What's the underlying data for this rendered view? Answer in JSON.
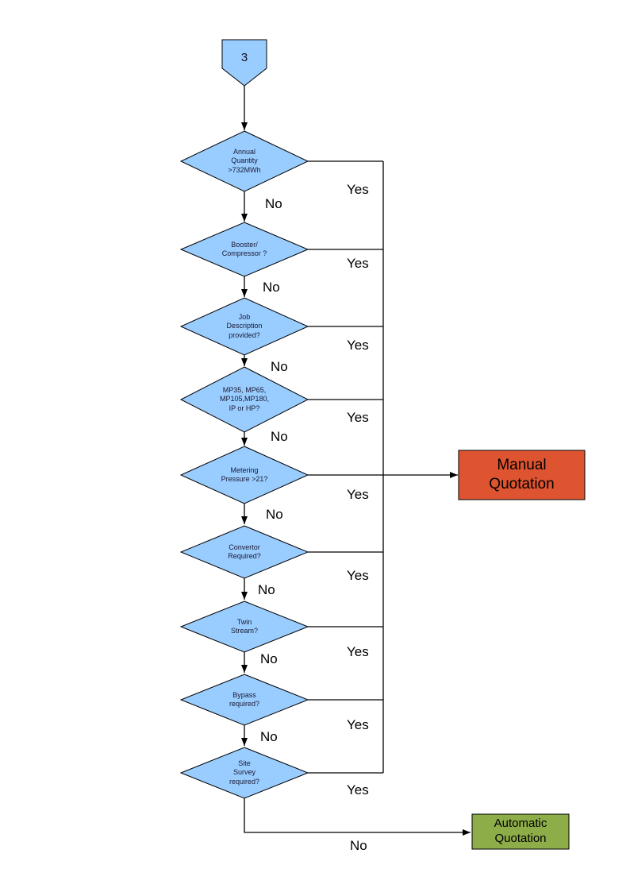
{
  "flowchart": {
    "node_fill": "#99ccff",
    "stroke_color": "#000000",
    "offpage_connector": {
      "label": "3"
    },
    "decisions": [
      {
        "id": "annual-quantity",
        "label": "Annual Quantity >732MWh",
        "yes_label": "Yes",
        "no_label": "No"
      },
      {
        "id": "booster-compressor",
        "label": "Booster/ Compressor ?",
        "yes_label": "Yes",
        "no_label": "No"
      },
      {
        "id": "job-description",
        "label": "Job Description provided?",
        "yes_label": "Yes",
        "no_label": "No"
      },
      {
        "id": "meter-type",
        "label": "MP35, MP65, MP105,MP180, IP or HP?",
        "yes_label": "Yes",
        "no_label": "No"
      },
      {
        "id": "metering-pressure",
        "label": "Metering Pressure >21?",
        "yes_label": "Yes",
        "no_label": "No"
      },
      {
        "id": "convertor-required",
        "label": "Convertor Required?",
        "yes_label": "Yes",
        "no_label": "No"
      },
      {
        "id": "twin-stream",
        "label": "Twin Stream?",
        "yes_label": "Yes",
        "no_label": "No"
      },
      {
        "id": "bypass-required",
        "label": "Bypass required?",
        "yes_label": "Yes",
        "no_label": "No"
      },
      {
        "id": "site-survey",
        "label": "Site Survey required?",
        "yes_label": "Yes",
        "no_label": "No"
      }
    ],
    "outcomes": {
      "manual": {
        "label": "Manual Quotation",
        "fill": "#de5430"
      },
      "automatic": {
        "label": "Automatic Quotation",
        "fill": "#8dad49"
      }
    }
  }
}
